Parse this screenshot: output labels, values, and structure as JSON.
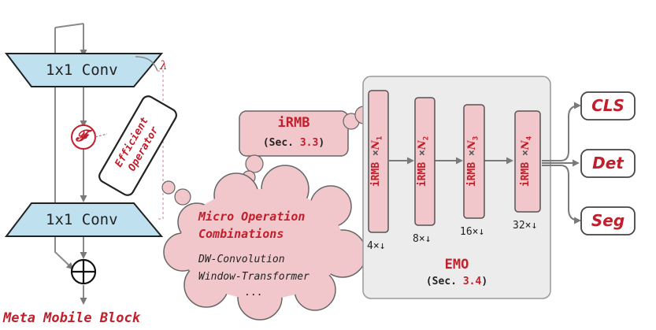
{
  "meta_block": {
    "conv_top": "1x1 Conv",
    "conv_bottom": "1x1 Conv",
    "lambda": "λ",
    "operator_symbol": "𝓕",
    "efficient_operator": [
      "Efficient",
      "Operator"
    ],
    "caption": "Meta Mobile Block"
  },
  "irmb_bubble": {
    "title": "iRMB",
    "sec_prefix": "(Sec. ",
    "sec_num": "3.3",
    "sec_suffix": ")"
  },
  "cloud": {
    "title_line1": "Micro Operation",
    "title_line2": "Combinations",
    "items": [
      "DW-Convolution",
      "Window-Transformer",
      "..."
    ]
  },
  "emo": {
    "title": "EMO",
    "sec_prefix": "(Sec. ",
    "sec_num": "3.4",
    "sec_suffix": ")",
    "stages": [
      {
        "label": "iRMB",
        "times": "×",
        "n_sym": "N",
        "n_sub": "1",
        "down": "4×↓"
      },
      {
        "label": "iRMB",
        "times": "×",
        "n_sym": "N",
        "n_sub": "2",
        "down": "8×↓"
      },
      {
        "label": "iRMB",
        "times": "×",
        "n_sym": "N",
        "n_sub": "3",
        "down": "16×↓"
      },
      {
        "label": "iRMB",
        "times": "×",
        "n_sym": "N",
        "n_sub": "4",
        "down": "32×↓"
      }
    ]
  },
  "outputs": [
    "CLS",
    "Det",
    "Seg"
  ],
  "colors": {
    "conv_fill": "#bfe0ee",
    "irmb_fill": "#f2c7cb",
    "red": "#c01f2b",
    "emo_bg": "#ececec"
  }
}
